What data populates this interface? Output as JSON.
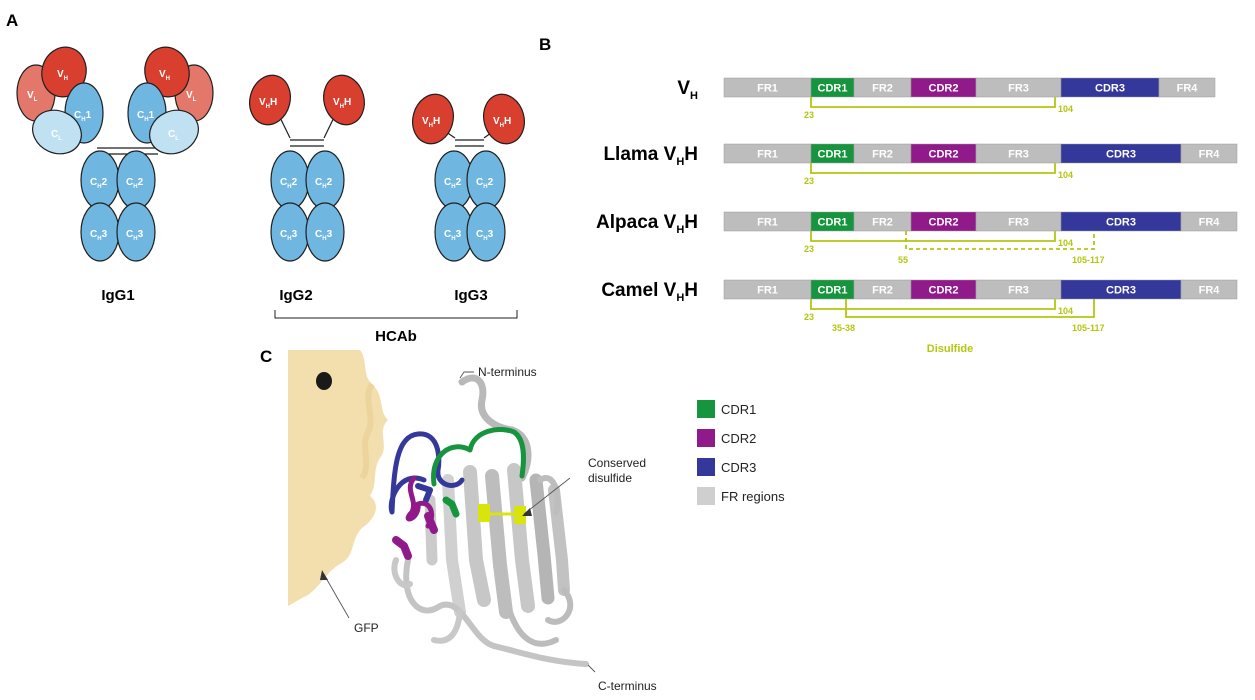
{
  "colors": {
    "fr": "#bdbdbd",
    "cdr1": "#16953e",
    "cdr2": "#911a8a",
    "cdr3": "#33389a",
    "disulfide": "#b5c60f",
    "vh_domain": "#d93f2e",
    "vl_domain": "#e3786a",
    "ch_domain": "#6fb6e0",
    "cl_domain": "#bfe1f2",
    "antigen": "#f3dfae"
  },
  "panelA": {
    "letter": "A",
    "domains": {
      "vh": "V",
      "vh_sub": "H",
      "vl": "V",
      "vl_sub": "L",
      "ch1": "C",
      "ch1_sub": "H",
      "ch1_num": "1",
      "ch2": "C",
      "ch2_sub": "H",
      "ch2_num": "2",
      "ch3": "C",
      "ch3_sub": "H",
      "ch3_num": "3",
      "cl": "C",
      "cl_sub": "L",
      "vhh": "V",
      "vhh_sub": "H",
      "vhh_h": "H"
    },
    "labels": {
      "igg1": "IgG1",
      "igg2": "IgG2",
      "igg3": "IgG3",
      "hcab": "HCAb"
    }
  },
  "panelB": {
    "letter": "B",
    "rows": [
      {
        "label_pre": "V",
        "label_sub": "H",
        "label_post": "",
        "segments": [
          "FR1",
          "CDR1",
          "FR2",
          "CDR2",
          "FR3",
          "CDR3",
          "FR4"
        ],
        "disulfide_labels": [
          "23",
          "104"
        ]
      },
      {
        "label_pre": "Llama V",
        "label_sub": "H",
        "label_post": "H",
        "segments": [
          "FR1",
          "CDR1",
          "FR2",
          "CDR2",
          "FR3",
          "CDR3",
          "FR4"
        ],
        "disulfide_labels": [
          "23",
          "104"
        ]
      },
      {
        "label_pre": "Alpaca V",
        "label_sub": "H",
        "label_post": "H",
        "segments": [
          "FR1",
          "CDR1",
          "FR2",
          "CDR2",
          "FR3",
          "CDR3",
          "FR4"
        ],
        "disulfide_labels": [
          "23",
          "104",
          "55",
          "105-117"
        ]
      },
      {
        "label_pre": "Camel V",
        "label_sub": "H",
        "label_post": "H",
        "segments": [
          "FR1",
          "CDR1",
          "FR2",
          "CDR2",
          "FR3",
          "CDR3",
          "FR4"
        ],
        "disulfide_labels": [
          "23",
          "104",
          "35-38",
          "105-117"
        ]
      }
    ],
    "disulfide_caption": "Disulfide"
  },
  "panelC": {
    "letter": "C",
    "annotations": {
      "n_terminus": "N-terminus",
      "c_terminus": "C-terminus",
      "conserved_1": "Conserved",
      "conserved_2": "disulfide",
      "gfp": "GFP"
    },
    "legend": [
      {
        "label": "CDR1",
        "color": "#16953e"
      },
      {
        "label": "CDR2",
        "color": "#911a8a"
      },
      {
        "label": "CDR3",
        "color": "#33389a"
      },
      {
        "label": "FR regions",
        "color": "#cfcfcf"
      }
    ]
  }
}
